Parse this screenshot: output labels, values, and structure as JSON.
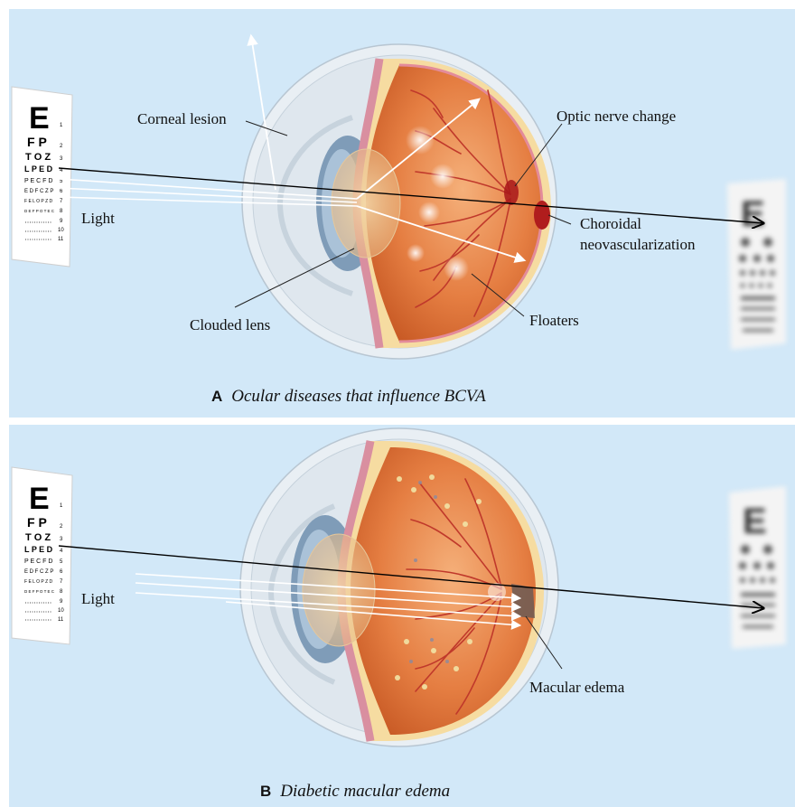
{
  "colors": {
    "background": "#d2e8f8",
    "sclera": "#e4ebf0",
    "retina_orange": "#e0763a",
    "vessel_red": "#c0392b",
    "arrow_white": "#ffffff",
    "arrow_black": "#000000"
  },
  "eye_chart": {
    "row_labels": [
      "1",
      "2",
      "3",
      "4",
      "5",
      "6",
      "7",
      "8",
      "9",
      "10",
      "11"
    ],
    "big_letter": "E",
    "row2": "F P",
    "row3": "T O Z",
    "row4": "L P E D",
    "row5": "P E C F D",
    "row6": "E D F C Z P",
    "row7": "F E L O P Z D",
    "row8": "D E F P O T E C"
  },
  "panel_a": {
    "caption_letter": "A",
    "caption_text": "Ocular diseases that influence BCVA",
    "labels": {
      "corneal_lesion": "Corneal lesion",
      "light": "Light",
      "clouded_lens": "Clouded lens",
      "optic_nerve_change": "Optic nerve change",
      "choroidal_1": "Choroidal",
      "choroidal_2": "neovascularization",
      "floaters": "Floaters"
    }
  },
  "panel_b": {
    "caption_letter": "B",
    "caption_text": "Diabetic macular edema",
    "labels": {
      "light": "Light",
      "macular_edema": "Macular edema"
    }
  }
}
